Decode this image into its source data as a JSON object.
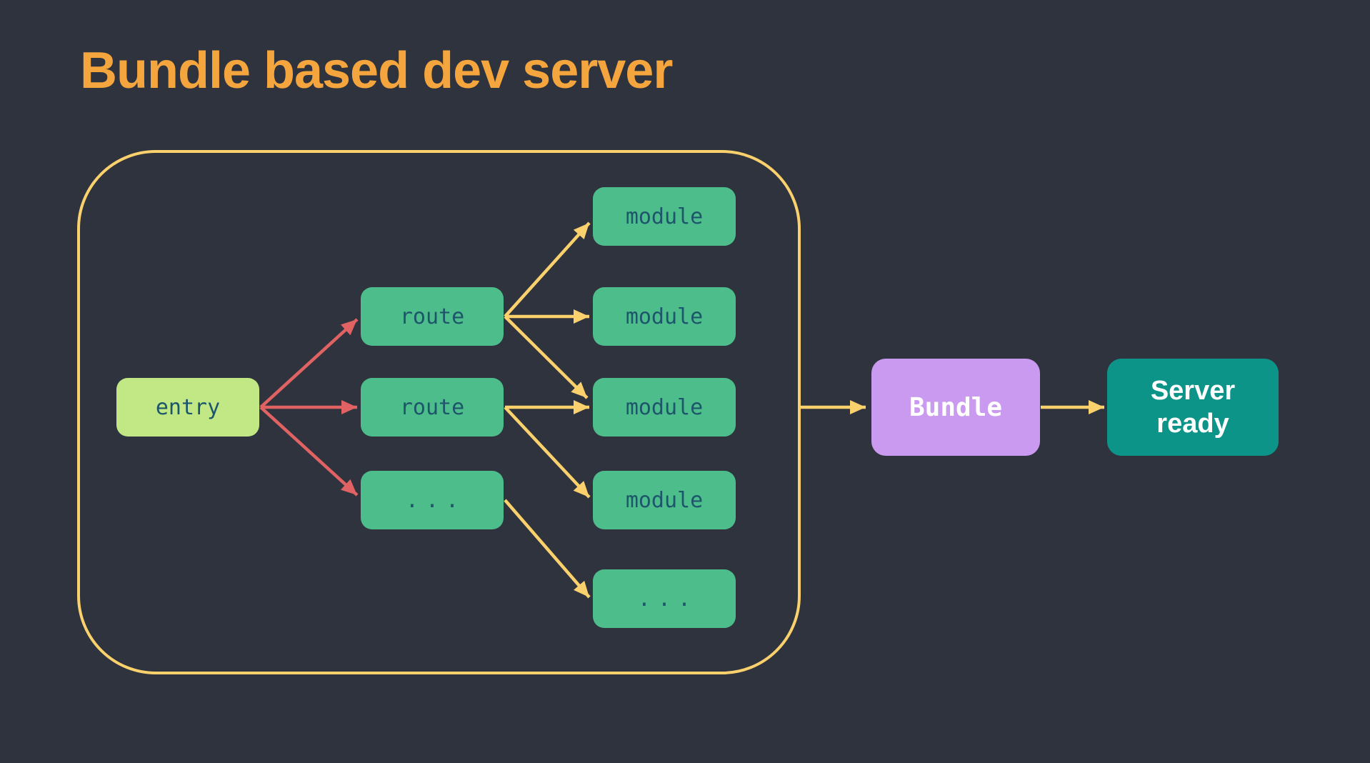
{
  "title": {
    "text": "Bundle based dev server"
  },
  "colors": {
    "background": "#2e333d",
    "title": "#f5a53d",
    "outline": "#fbd16d",
    "arrow_yellow": "#fbd16d",
    "arrow_red": "#e06262",
    "node_green_bg": "#4dbd8b",
    "node_green_text": "#1d566b",
    "entry_bg": "#c1e885",
    "entry_text": "#1d566b",
    "bundle_bg": "#ca9af0",
    "bundle_text": "#ffffff",
    "server_bg": "#0d9488",
    "server_text": "#ffffff"
  },
  "nodes": {
    "entry": {
      "label": "entry"
    },
    "route1": {
      "label": "route"
    },
    "route2": {
      "label": "route"
    },
    "route3": {
      "label": "..."
    },
    "module1": {
      "label": "module"
    },
    "module2": {
      "label": "module"
    },
    "module3": {
      "label": "module"
    },
    "module4": {
      "label": "module"
    },
    "module5": {
      "label": "..."
    },
    "bundle": {
      "label": "Bundle"
    },
    "server": {
      "label_line1": "Server",
      "label_line2": "ready"
    }
  },
  "edges": [
    {
      "from": "entry",
      "to": "route1",
      "style": "red"
    },
    {
      "from": "entry",
      "to": "route2",
      "style": "red"
    },
    {
      "from": "entry",
      "to": "route3",
      "style": "red"
    },
    {
      "from": "route1",
      "to": "module1",
      "style": "yellow"
    },
    {
      "from": "route1",
      "to": "module2",
      "style": "yellow"
    },
    {
      "from": "route1",
      "to": "module3",
      "style": "yellow"
    },
    {
      "from": "route2",
      "to": "module3",
      "style": "yellow"
    },
    {
      "from": "route2",
      "to": "module4",
      "style": "yellow"
    },
    {
      "from": "route3",
      "to": "module5",
      "style": "yellow"
    },
    {
      "from": "boundary",
      "to": "bundle",
      "style": "yellow"
    },
    {
      "from": "bundle",
      "to": "server",
      "style": "yellow"
    }
  ]
}
